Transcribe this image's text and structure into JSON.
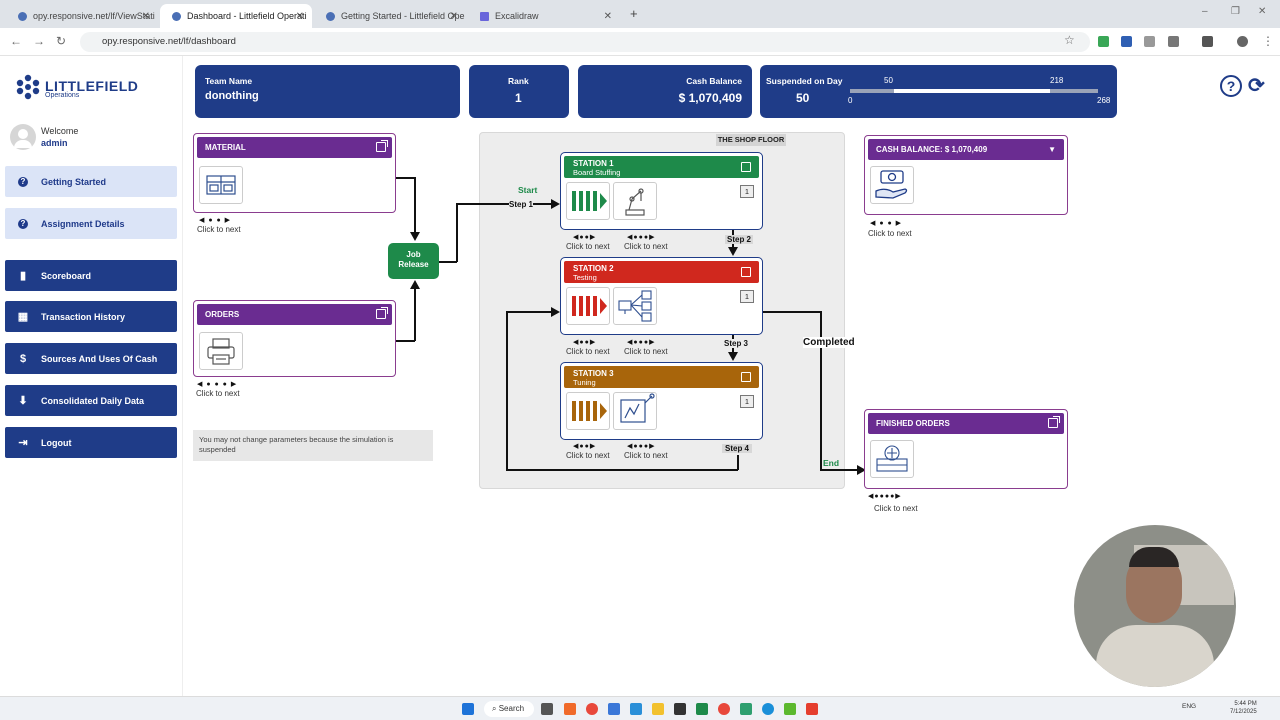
{
  "browser": {
    "tabs": [
      {
        "label": "opy.responsive.net/lf/ViewStati"
      },
      {
        "label": "Dashboard - Littlefield Operati"
      },
      {
        "label": "Getting Started - Littlefield Ope"
      },
      {
        "label": "Excalidraw"
      }
    ],
    "new_tab": "+",
    "url": "opy.responsive.net/lf/dashboard",
    "window_controls": [
      "–",
      "❐",
      "✕"
    ]
  },
  "brand": {
    "name": "LITTLEFIELD",
    "sub": "Operations"
  },
  "user": {
    "welcome": "Welcome",
    "name": "admin"
  },
  "menu": [
    {
      "label": "Getting Started",
      "icon": "?"
    },
    {
      "label": "Assignment Details",
      "icon": "?"
    },
    {
      "label": "Scoreboard",
      "icon": "▮"
    },
    {
      "label": "Transaction History",
      "icon": "▦"
    },
    {
      "label": "Sources And Uses Of Cash",
      "icon": "$"
    },
    {
      "label": "Consolidated Daily Data",
      "icon": "⬇"
    },
    {
      "label": "Logout",
      "icon": "⇥"
    }
  ],
  "stats": {
    "team_label": "Team Name",
    "team": "donothing",
    "rank_label": "Rank",
    "rank": "1",
    "cash_label": "Cash Balance",
    "cash": "$ 1,070,409",
    "day_label": "Suspended on Day",
    "day": "50",
    "slider": {
      "low": "50",
      "high": "218",
      "min": "0",
      "max": "268"
    }
  },
  "material": {
    "title": "MATERIAL",
    "hint": "Click to next"
  },
  "orders": {
    "title": "ORDERS",
    "hint": "Click to next"
  },
  "job_release": {
    "line1": "Job",
    "line2": "Release"
  },
  "notice": "You may not change parameters because the simulation is suspended",
  "shop_floor": "THE SHOP FLOOR",
  "flow": {
    "start": "Start",
    "step1": "Step 1",
    "step2": "Step 2",
    "step3": "Step 3",
    "step4": "Step 4",
    "completed": "Completed",
    "end": "End"
  },
  "stations": [
    {
      "title": "STATION 1",
      "name": "Board Stuffing",
      "qty": "1",
      "color": "#1e8a4a"
    },
    {
      "title": "STATION 2",
      "name": "Testing",
      "qty": "1",
      "color": "#d0281e"
    },
    {
      "title": "STATION 3",
      "name": "Tuning",
      "qty": "1",
      "color": "#a8650b"
    }
  ],
  "station_hint": "Click to next",
  "cash_panel": {
    "title": "CASH BALANCE: $ 1,070,409",
    "hint": "Click to next"
  },
  "finished": {
    "title": "FINISHED ORDERS",
    "hint": "Click to next"
  },
  "taskbar": {
    "search": "Search",
    "lang": "ENG",
    "time": "5:44 PM",
    "date": "7/12/2025"
  }
}
